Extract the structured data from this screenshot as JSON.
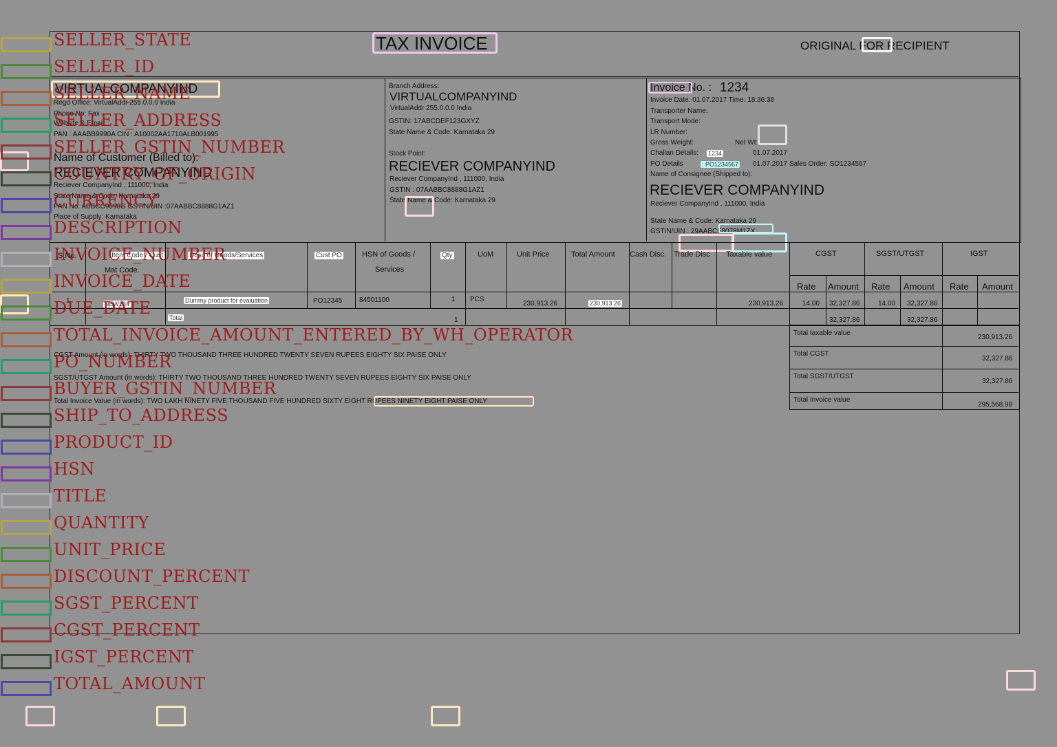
{
  "labels": [
    "SELLER_STATE",
    "SELLER_ID",
    "SELLER_NAME",
    "SELLER_ADDRESS",
    "SELLER_GSTIN_NUMBER",
    "COUNTRY_OF_ORIGIN",
    "CURRENCY",
    "DESCRIPTION",
    "INVOICE_NUMBER",
    "INVOICE_DATE",
    "DUE_DATE",
    "TOTAL_INVOICE_AMOUNT_ENTERED_BY_WH_OPERATOR",
    "PO_NUMBER",
    "BUYER_GSTIN_NUMBER",
    "SHIP_TO_ADDRESS",
    "PRODUCT_ID",
    "HSN",
    "TITLE",
    "QUANTITY",
    "UNIT_PRICE",
    "DISCOUNT_PERCENT",
    "SGST_PERCENT",
    "CGST_PERCENT",
    "IGST_PERCENT",
    "TOTAL_AMOUNT"
  ],
  "label_colors": [
    "#b5a44a",
    "#4a8a3a",
    "#a5603a",
    "#2a9a6a",
    "#8a3a3a",
    "#3a4a3a",
    "#4a4aa0",
    "#7a3aa0",
    "#b0b0b8",
    "#b5a44a",
    "#4a8a3a",
    "#a5603a",
    "#2a9a6a",
    "#8a3a3a",
    "#3a4a3a",
    "#4a4aa0",
    "#7a3aa0",
    "#b0b0b8",
    "#b5a44a",
    "#4a8a3a",
    "#a5603a",
    "#2a9a6a",
    "#8a3a3a",
    "#3a4a3a",
    "#4a4aa0"
  ],
  "invoice": {
    "title": "TAX INVOICE",
    "original": "ORIGINAL FOR RECIPIENT",
    "seller": {
      "name": "VIRTUALCOMPANYIND",
      "regd": "Regd Office: VirtualAddr 255.0.0.0 India",
      "phone": "Phone No: Fax",
      "web": "Website & Email:",
      "pan": "PAN : AAABB9990A  CIN : A10002AA1710ALB001995"
    },
    "customer_heading": "Name of Customer (Billed to):",
    "customer": {
      "name": "RECIEVER COMPANYIND",
      "addr": "Reciever CompanyInd , 111000, India",
      "state": "State Name & Code: Karnataka 29",
      "pan": "PAN No: ABBCC9098G  GSTIN/UIN :07AABBC8888G1AZ1",
      "supply": "Place of Supply: Karnataka"
    },
    "branch": {
      "heading": "Branch Address:",
      "name": "VIRTUALCOMPANYIND",
      "addr": "VirtualAddr 255.0.0.0 India",
      "gstin": "GSTIN: 17ABCDEF123GXYZ",
      "state": "State Name & Code: Karnataka 29",
      "stock": "Stock Point:",
      "rname": "RECIEVER COMPANYIND",
      "raddr": "Reciever CompanyInd , 111000, India",
      "rgstin": "GSTIN  : 07AABBC8888G1AZ1",
      "rstate": "State Name & Code: Karnataka 29"
    },
    "meta": {
      "inv_prefix": "Invoice No. :",
      "inv_no": "1234",
      "date": "Invoice Date: 01.07.2017   Time: 18:36:38",
      "transporter": "Transporter Name:",
      "mode": "Transport Mode:",
      "lr": "LR Number:",
      "gross": "Gross Weight:",
      "net": "Net Wt:",
      "challan": "Challan Details:",
      "challan_val": "1234",
      "challan_date": "01.07.2017",
      "po": "PO Details",
      "po_val": ": PO1234567",
      "po_rest": "01.07.2017 Sales Order: SO1234567",
      "consignee": "Name of Consignee (Shipped to):",
      "cname": "RECIEVER COMPANYIND",
      "caddr": "Reciever CompanyInd , 111000, India",
      "cstate": "State Name & Code: Karnataka 29",
      "cgstin": "GSTIN/UIN : 29AABCF8078M1ZX"
    },
    "table": {
      "headers": {
        "sno": "S.No.",
        "item": "Item Code / Cust",
        "desc": "Desc of Goods/Services",
        "custpo": "Cust PO",
        "hsn": "HSN of Goods /",
        "hsn2": "Services",
        "qty": "Qty",
        "uom": "UoM",
        "unit": "Unit Price",
        "total": "Total Amount",
        "cash": "Cash Disc.",
        "trade": "Trade Disc",
        "taxable": "Taxable value",
        "cgst": "CGST",
        "sgst": "SGST/UTGST",
        "igst": "IGST",
        "rate": "Rate",
        "amount": "Amount",
        "mat": "Mat Code."
      },
      "row": {
        "sno": "1",
        "item": "NEW234",
        "desc": "Dummy product for evaluation",
        "custpo": "PO12345",
        "hsn": "84501100",
        "qty": "1",
        "uom": "PCS",
        "unit": "230,913.26",
        "total": "230,913.26",
        "taxable": "230,913.26",
        "cgst_rate": "14.00",
        "cgst_amt": "32,327.86",
        "sgst_rate": "14.00",
        "sgst_amt": "32,327.86"
      },
      "total_row": {
        "label": "Total",
        "qty": "1",
        "cgst_amt": "32,327.86",
        "sgst_amt": "32,327.86"
      }
    },
    "words": {
      "cgst": "CGST Amount (in words): THIRTY TWO THOUSAND THREE HUNDRED TWENTY SEVEN RUPEES EIGHTY SIX PAISE ONLY",
      "sgst": "SGST/UTGST Amount (in words): THIRTY TWO THOUSAND THREE HUNDRED TWENTY SEVEN RUPEES EIGHTY SIX PAISE ONLY",
      "total": "Total Invoice Value (in words): TWO LAKH NINETY FIVE THOUSAND FIVE HUNDRED SIXTY EIGHT RUPEES NINETY EIGHT PAISE ONLY"
    },
    "summary": [
      {
        "label": "Total taxable value",
        "value": "230,913.26"
      },
      {
        "label": "Total CGST",
        "value": "32,327.86"
      },
      {
        "label": "Total SGST/UTGST",
        "value": "32,327.86"
      },
      {
        "label": "Total Invoice value",
        "value": "295,568.98"
      }
    ]
  }
}
